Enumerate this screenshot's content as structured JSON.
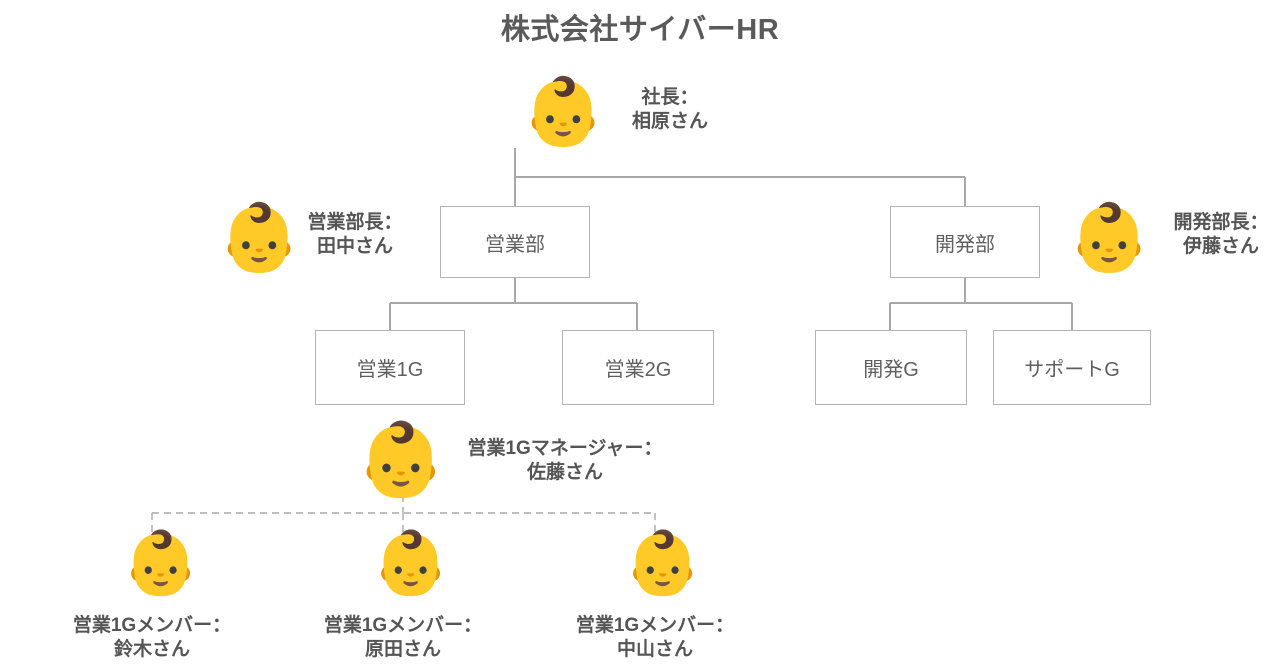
{
  "title": "株式会社サイバーHR",
  "colors": {
    "background": "#ffffff",
    "title_text": "#5a5a5a",
    "box_border": "#b4b4b4",
    "box_text": "#5f5f5f",
    "person_label_text": "#555555",
    "connector_solid": "#a8a8a8",
    "connector_dashed": "#a8a8a8"
  },
  "icons": {
    "person": "baby-face-icon",
    "person_glyph": "👶"
  },
  "boxes": [
    {
      "id": "sales-dept",
      "label": "営業部"
    },
    {
      "id": "dev-dept",
      "label": "開発部"
    },
    {
      "id": "sales-1g",
      "label": "営業1G"
    },
    {
      "id": "sales-2g",
      "label": "営業2G"
    },
    {
      "id": "dev-g",
      "label": "開発G"
    },
    {
      "id": "support-g",
      "label": "サポートG"
    }
  ],
  "people": [
    {
      "id": "president",
      "role": "社長：",
      "name": "相原さん",
      "line1": "社長：",
      "line2": "相原さん"
    },
    {
      "id": "sales-dept-head",
      "role": "営業部長：",
      "name": "田中さん",
      "line1": "営業部長：",
      "line2": "田中さん"
    },
    {
      "id": "dev-dept-head",
      "role": "開発部長：",
      "name": "伊藤さん",
      "line1": "開発部長：",
      "line2": "伊藤さん"
    },
    {
      "id": "sales-1g-manager",
      "role": "営業1Gマネージャー：",
      "name": "佐藤さん",
      "line1": "営業1Gマネージャー：",
      "line2": "佐藤さん"
    },
    {
      "id": "sales-1g-member-suzuki",
      "role": "営業1Gメンバー：",
      "name": "鈴木さん",
      "line1": "営業1Gメンバー：",
      "line2": "鈴木さん"
    },
    {
      "id": "sales-1g-member-harada",
      "role": "営業1Gメンバー：",
      "name": "原田さん",
      "line1": "営業1Gメンバー：",
      "line2": "原田さん"
    },
    {
      "id": "sales-1g-member-nakayama",
      "role": "営業1Gメンバー：",
      "name": "中山さん",
      "line1": "営業1Gメンバー：",
      "line2": "中山さん"
    }
  ]
}
